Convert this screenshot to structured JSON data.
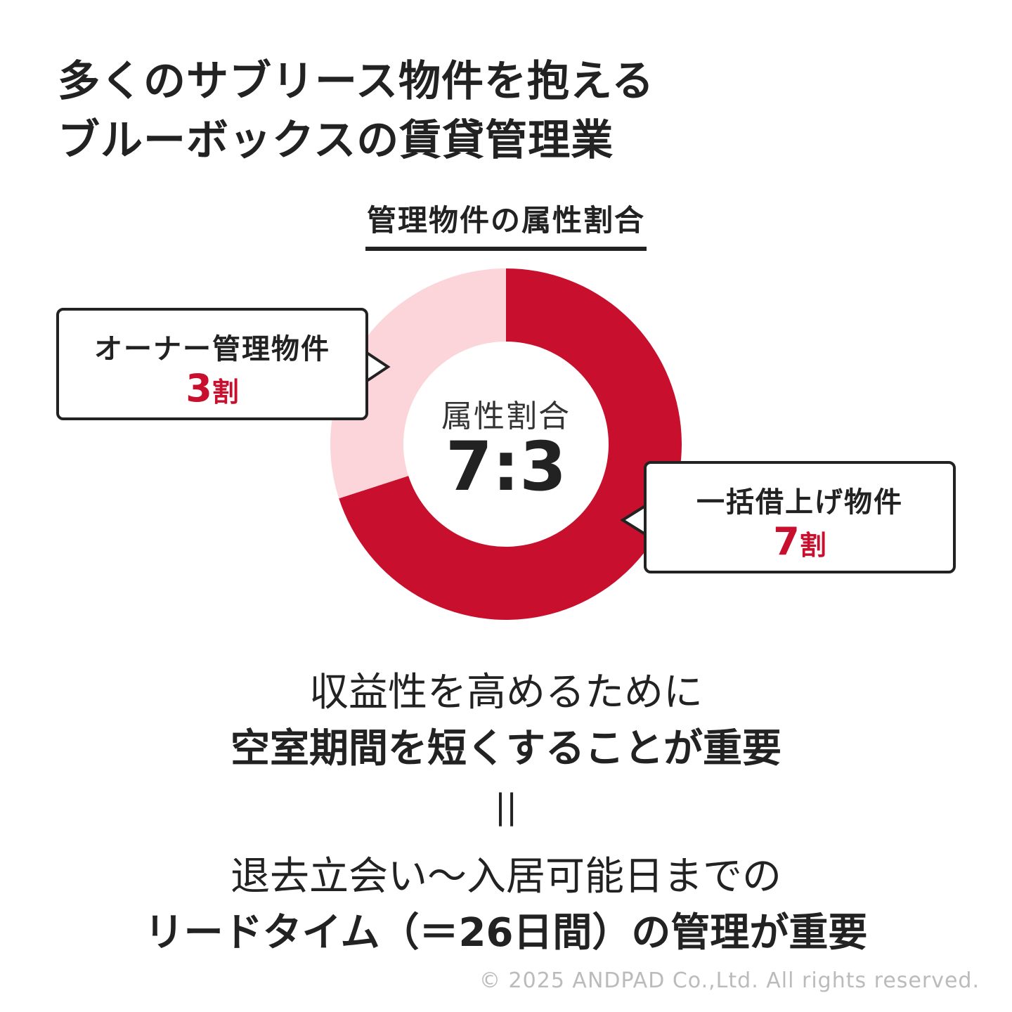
{
  "header": {
    "title_line1": "多くのサブリース物件を抱える",
    "title_line2": "ブルーボックスの賃貸管理業"
  },
  "chart_data": {
    "type": "pie",
    "title": "管理物件の属性割合",
    "center_label": "属性割合",
    "center_value": "7:3",
    "unit": "割",
    "slices": [
      {
        "name": "一括借上げ物件",
        "value": 7,
        "color": "#c8102e"
      },
      {
        "name": "オーナー管理物件",
        "value": 3,
        "color": "#fcd5da"
      }
    ]
  },
  "message": {
    "line1": "収益性を高めるために",
    "line2": "空室期間を短くすることが重要",
    "equal_sign": "||",
    "line3": "退去立会い〜入居可能日までの",
    "line4": "リードタイム（＝26日間）の管理が重要"
  },
  "footer": {
    "copyright": "© 2025 ANDPAD Co.,Ltd. All rights reserved."
  }
}
